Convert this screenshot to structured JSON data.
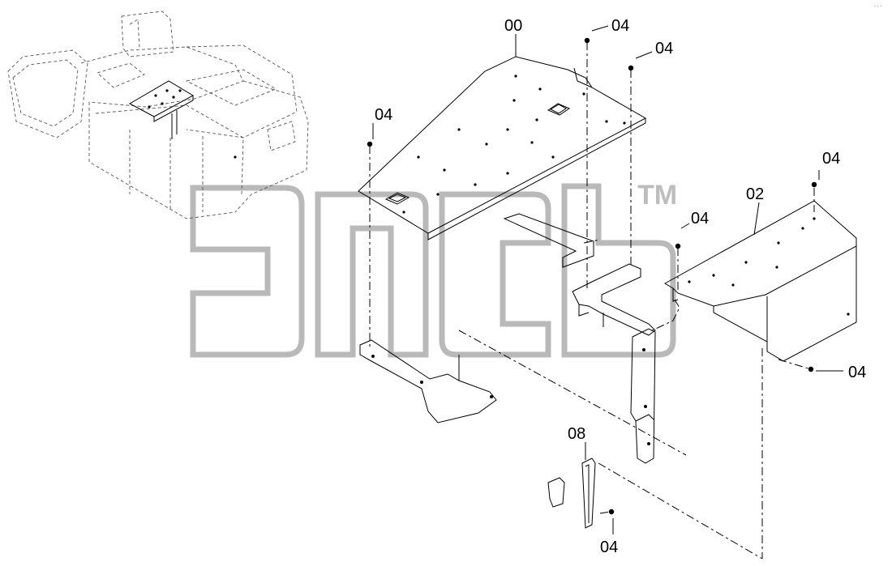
{
  "watermark": {
    "trademark": "TM"
  },
  "corner_mark": "· · ·",
  "callouts": [
    {
      "id": "00",
      "text": "00"
    },
    {
      "id": "04_top_a",
      "text": "04"
    },
    {
      "id": "04_top_b",
      "text": "04"
    },
    {
      "id": "04_left",
      "text": "04"
    },
    {
      "id": "04_right_top",
      "text": "04"
    },
    {
      "id": "02",
      "text": "02"
    },
    {
      "id": "04_mid",
      "text": "04"
    },
    {
      "id": "04_right_bottom",
      "text": "04"
    },
    {
      "id": "08",
      "text": "08"
    },
    {
      "id": "04_bottom",
      "text": "04"
    }
  ]
}
